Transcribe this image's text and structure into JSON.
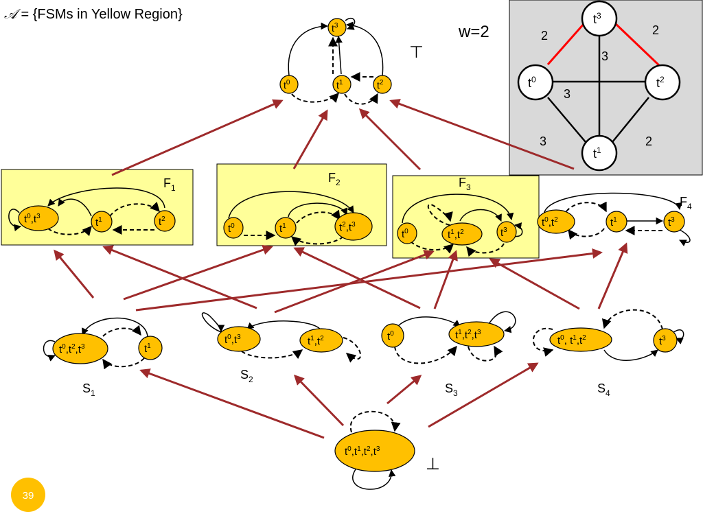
{
  "header": {
    "script_a": "𝒜",
    "text": " = {FSMs in Yellow Region}"
  },
  "top_symbol": "⊤",
  "bottom_symbol": "⊥",
  "w_label": "w=2",
  "page_number": "39",
  "colors": {
    "node": "#FFC000",
    "yellow_region": "#FFFF99",
    "arrow": "#9E2A2B",
    "graph_bg": "#D9D9D9",
    "highlight_edge": "#FF0000"
  },
  "graph": {
    "nodes": {
      "t3": {
        "base": "t",
        "sup": "3"
      },
      "t0": {
        "base": "t",
        "sup": "0"
      },
      "t2": {
        "base": "t",
        "sup": "2"
      },
      "t1": {
        "base": "t",
        "sup": "1"
      }
    },
    "weights": {
      "t0_t3": "2",
      "t3_t2": "2",
      "t3_t1": "3",
      "t0_t2": "3",
      "t0_t1": "3",
      "t2_t1": "2"
    }
  },
  "top_fsm": {
    "t3": "3",
    "t0": "0",
    "t1": "1",
    "t2": "2"
  },
  "fsm_labels": {
    "F1": {
      "base": "F",
      "sub": "1"
    },
    "F2": {
      "base": "F",
      "sub": "2"
    },
    "F3": {
      "base": "F",
      "sub": "3"
    },
    "F4": {
      "base": "F",
      "sub": "4"
    },
    "S1": {
      "base": "S",
      "sub": "1"
    },
    "S2": {
      "base": "S",
      "sub": "2"
    },
    "S3": {
      "base": "S",
      "sub": "3"
    },
    "S4": {
      "base": "S",
      "sub": "4"
    }
  },
  "states": {
    "f1": {
      "a": [
        "0",
        "3"
      ],
      "b": "1",
      "c": "2"
    },
    "f2": {
      "a": "0",
      "b": "1",
      "c": [
        "2",
        "3"
      ]
    },
    "f3": {
      "a": "0",
      "b": [
        "1",
        "2"
      ],
      "c": "3"
    },
    "f4": {
      "a": [
        "0",
        "2"
      ],
      "b": "1",
      "c": "3"
    },
    "s1": {
      "a": [
        "0",
        "2",
        "3"
      ],
      "b": "1"
    },
    "s2": {
      "a": [
        "0",
        "3"
      ],
      "b": [
        "1",
        "2"
      ]
    },
    "s3": {
      "a": "0",
      "b": [
        "1",
        "2",
        "3"
      ]
    },
    "s4": {
      "a": [
        "0",
        "1",
        "2"
      ],
      "b": "3"
    },
    "bottom": {
      "a": [
        "0",
        "1",
        "2",
        "3"
      ]
    }
  }
}
